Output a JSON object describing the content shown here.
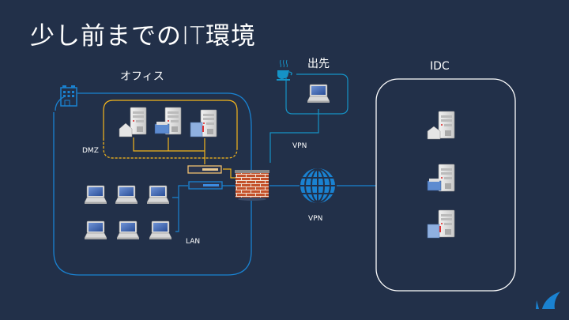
{
  "slide": {
    "title": "少し前までのIT環境",
    "colors": {
      "background": "#223049",
      "office_border": "#1a82d1",
      "dmz_border": "#f3b51c",
      "idc_border": "#ffffff",
      "globe": "#1a82d1",
      "cup": "#1593c6"
    }
  },
  "zones": {
    "office": {
      "label": "オフィス",
      "icon": "building-icon"
    },
    "dmz": {
      "label": "DMZ"
    },
    "lan": {
      "label": "LAN"
    },
    "remote": {
      "label": "出先",
      "icon": "coffee-cup-icon"
    },
    "idc": {
      "label": "IDC"
    }
  },
  "connections": {
    "remote_vpn_label": "VPN",
    "internet_vpn_label": "VPN"
  },
  "devices": {
    "dmz_servers": [
      "mail-server",
      "file-server",
      "directory-server"
    ],
    "office_laptops_count": 6,
    "idc_servers": [
      "mail-server",
      "file-server",
      "directory-server"
    ],
    "switches": [
      "dmz-switch",
      "lan-switch"
    ],
    "firewall": "firewall",
    "internet": "globe"
  }
}
